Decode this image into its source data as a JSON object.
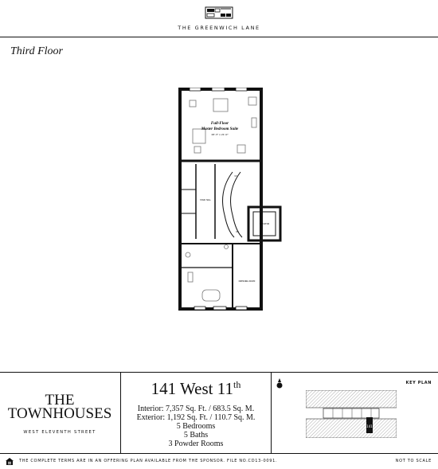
{
  "header": {
    "brand": "THE GREENWICH LANE",
    "logo_icon": "greenwich-lane-logo"
  },
  "floor_title": "Third Floor",
  "plan": {
    "room_name_line1": "Full-Floor",
    "room_name_line2": "Master Bedroom Suite",
    "room_dimensions": "18'-3\" x 21'-0\"",
    "hall_label": "STAIR HALL",
    "elevator_label": "ELEVATOR",
    "dressing_label": "DRESSING ROOM",
    "up_label": "UP",
    "dn_label": "DN"
  },
  "footer": {
    "development": {
      "name_line1": "THE",
      "name_line2": "TOWNHOUSES",
      "street": "WEST ELEVENTH STREET"
    },
    "unit": {
      "address": "141 West 11",
      "address_suffix": "th",
      "interior": "Interior: 7,357 Sq. Ft. / 683.5 Sq. M.",
      "exterior": "Exterior: 1,192 Sq. Ft. / 110.7 Sq. M.",
      "bedrooms": "5 Bedrooms",
      "baths": "5 Baths",
      "powder_rooms": "3 Powder Rooms"
    },
    "key_plan_label": "KEY PLAN",
    "compass_icon": "north-arrow-icon",
    "highlight_label": "141"
  },
  "legal": {
    "disclaimer": "THE COMPLETE TERMS ARE IN AN OFFERING PLAN AVAILABLE FROM THE SPONSOR. FILE NO.CD13-0091.",
    "scale_note": "NOT TO SCALE",
    "icon": "equal-housing-icon"
  },
  "colors": {
    "ink": "#111111",
    "wall": "#111111",
    "paper": "#ffffff",
    "fixture": "#777777"
  }
}
